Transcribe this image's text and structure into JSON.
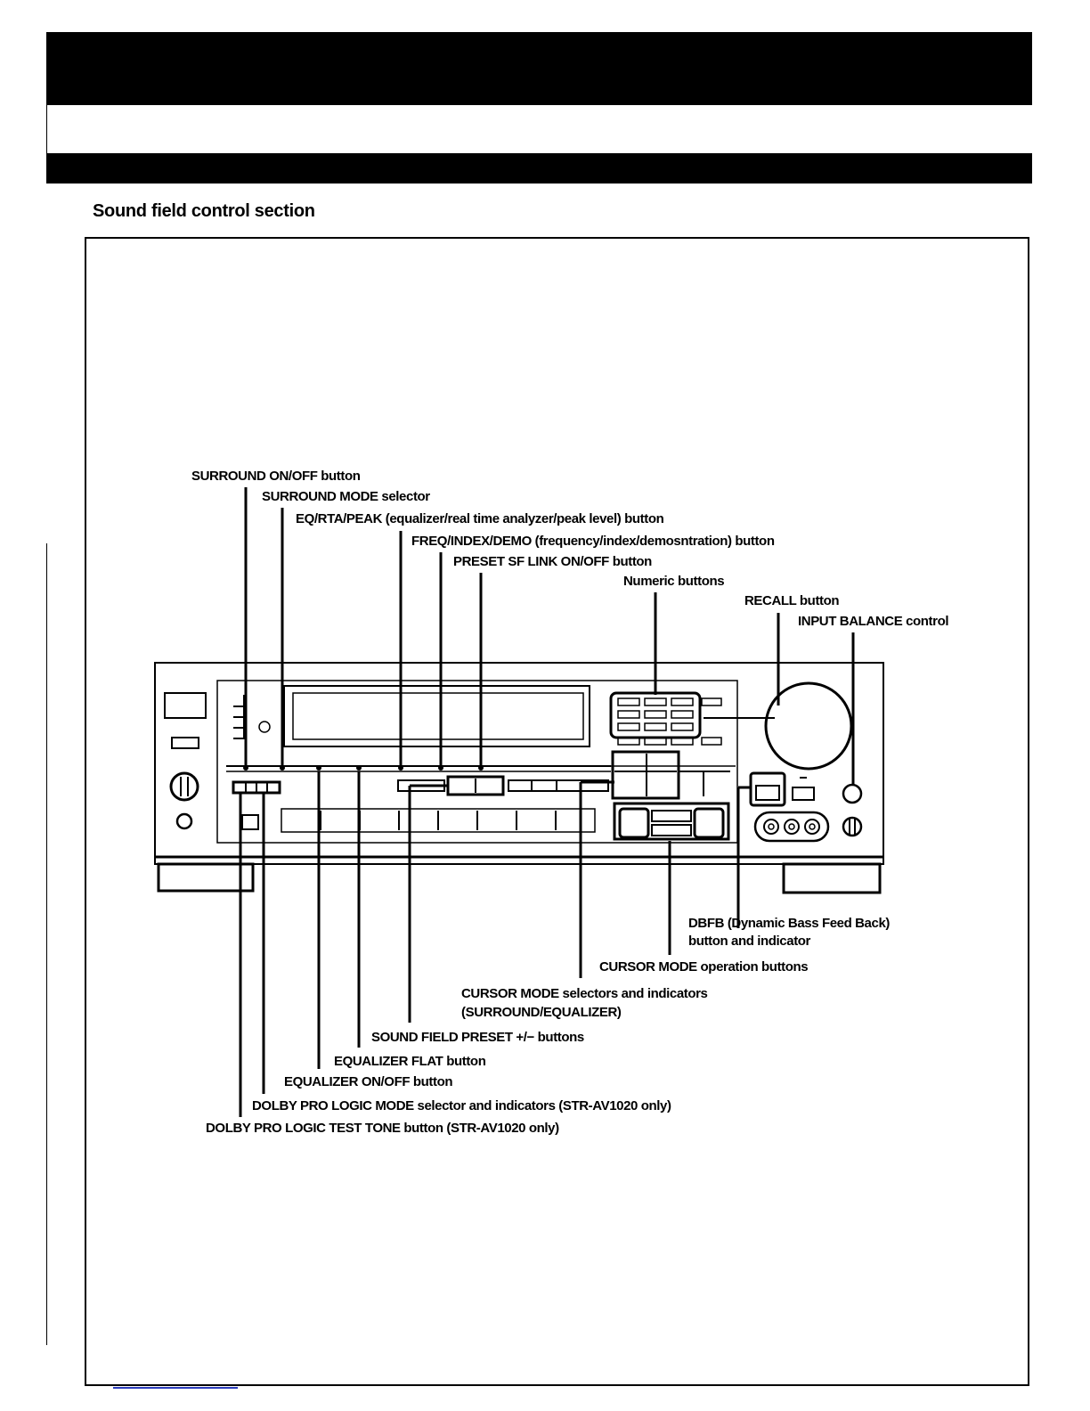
{
  "section": {
    "title": "Sound field control section"
  },
  "callouts": {
    "surround_onoff": "SURROUND ON/OFF button",
    "surround_mode": "SURROUND MODE selector",
    "eq_rta_peak": "EQ/RTA/PEAK (equalizer/real time analyzer/peak level) button",
    "freq_index_demo": "FREQ/INDEX/DEMO (frequency/index/demosntration) button",
    "preset_sf_link": "PRESET SF LINK ON/OFF button",
    "numeric": "Numeric buttons",
    "recall": "RECALL button",
    "input_balance": "INPUT BALANCE control",
    "dbfb_1": "DBFB (Dynamic Bass Feed Back)",
    "dbfb_2": "button and indicator",
    "cursor_op": "CURSOR MODE operation buttons",
    "cursor_sel_1": "CURSOR MODE selectors and indicators",
    "cursor_sel_2": "(SURROUND/EQUALIZER)",
    "sf_preset": "SOUND FIELD PRESET +/− buttons",
    "eq_flat": "EQUALIZER FLAT button",
    "eq_onoff": "EQUALIZER ON/OFF button",
    "dolby_mode": "DOLBY PRO LOGIC MODE selector and indicators (STR-AV1020 only)",
    "dolby_test": "DOLBY PRO LOGIC TEST TONE button (STR-AV1020 only)"
  }
}
